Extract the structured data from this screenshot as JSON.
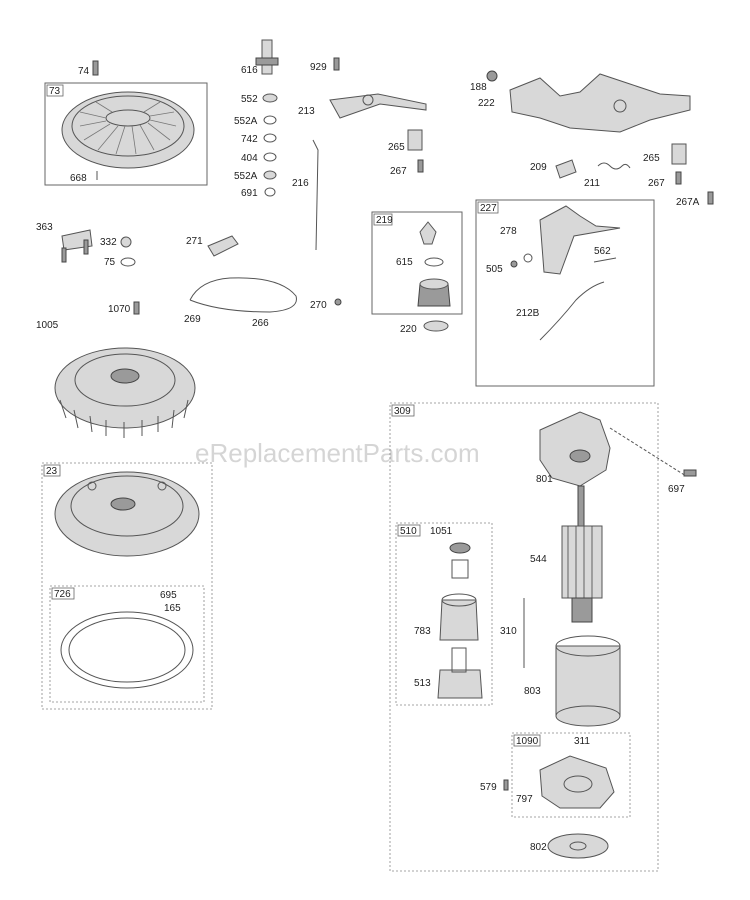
{
  "watermark": "eReplacementParts.com",
  "labels": {
    "p74": "74",
    "p73": "73",
    "p668": "668",
    "p616": "616",
    "p552": "552",
    "p552a1": "552A",
    "p742": "742",
    "p404": "404",
    "p552a2": "552A",
    "p691": "691",
    "p929": "929",
    "p213": "213",
    "p216": "216",
    "p265a": "265",
    "p267a": "267",
    "p188": "188",
    "p222": "222",
    "p209": "209",
    "p211": "211",
    "p265b": "265",
    "p267b": "267",
    "p267A": "267A",
    "p363": "363",
    "p332": "332",
    "p75": "75",
    "p271": "271",
    "p269": "269",
    "p266": "266",
    "p270": "270",
    "p1070": "1070",
    "p219": "219",
    "p615": "615",
    "p220": "220",
    "p227": "227",
    "p278": "278",
    "p562": "562",
    "p505": "505",
    "p212B": "212B",
    "p1005": "1005",
    "p23": "23",
    "p726": "726",
    "p695": "695",
    "p165": "165",
    "p309": "309",
    "p801": "801",
    "p697": "697",
    "p510": "510",
    "p1051": "1051",
    "p544": "544",
    "p783": "783",
    "p310": "310",
    "p513": "513",
    "p803": "803",
    "p1090": "1090",
    "p311": "311",
    "p579": "579",
    "p797": "797",
    "p802": "802"
  }
}
